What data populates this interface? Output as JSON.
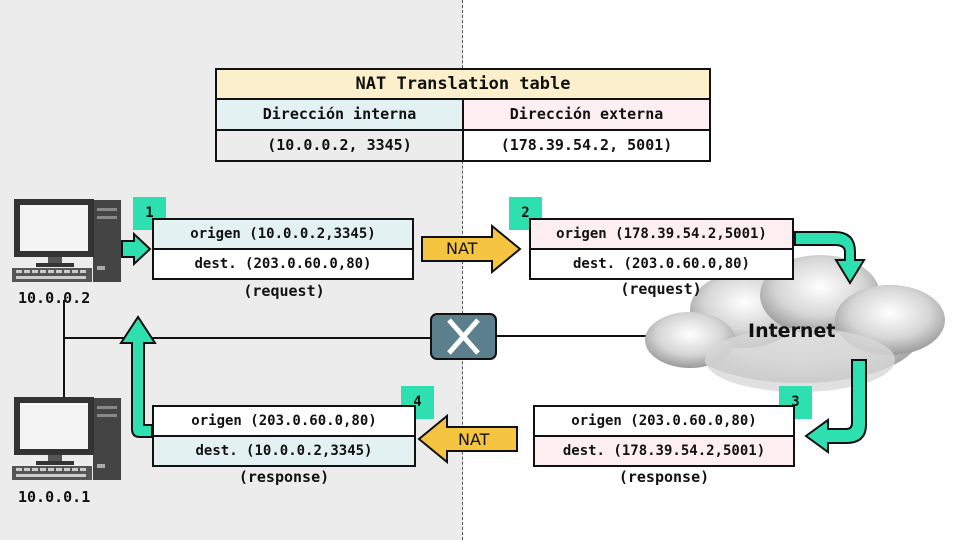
{
  "nat_table": {
    "title": "NAT Translation table",
    "header_internal": "Dirección interna",
    "header_external": "Dirección externa",
    "internal_value": "(10.0.0.2, 3345)",
    "external_value": "(178.39.54.2, 5001)"
  },
  "hosts": {
    "host_a": "10.0.0.2",
    "host_b": "10.0.0.1"
  },
  "internet_label": "Internet",
  "nat_label": "NAT",
  "packets": {
    "p1": {
      "step": "1",
      "origin": "origen (10.0.0.2,3345)",
      "dest": "dest. (203.0.60.0,80)",
      "label": "(request)"
    },
    "p2": {
      "step": "2",
      "origin": "origen (178.39.54.2,5001)",
      "dest": "dest. (203.0.60.0,80)",
      "label": "(request)"
    },
    "p3": {
      "step": "3",
      "origin": "origen (203.0.60.0,80)",
      "dest": "dest. (178.39.54.2,5001)",
      "label": "(response)"
    },
    "p4": {
      "step": "4",
      "origin": "origen (203.0.60.0,80)",
      "dest": "dest. (10.0.0.2,3345)",
      "label": "(response)"
    }
  },
  "colors": {
    "accent": "#2ee0b0",
    "nat_arrow": "#f5c542",
    "internal_highlight": "#e3f1f2",
    "external_highlight": "#fdeef2",
    "router": "#5b7f8c"
  },
  "icons": [
    "desktop-computer-icon",
    "router-icon",
    "cloud-icon",
    "arrow-icon"
  ]
}
